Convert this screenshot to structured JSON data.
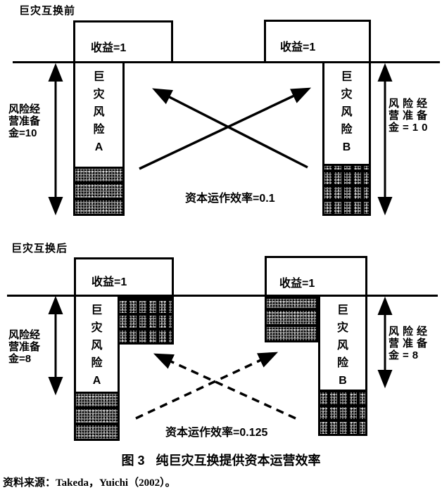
{
  "colors": {
    "ink": "#000000",
    "paper": "#ffffff"
  },
  "before": {
    "section_label": "巨灾互换前",
    "revenue_left": "收益=1",
    "revenue_right": "收益=1",
    "risk_left": "巨灾风险A",
    "risk_right": "巨灾风险B",
    "reserve_left": "风险经营准备金=10",
    "reserve_right": "风险经营准备金=10",
    "efficiency": "资本运作效率=0.1"
  },
  "after": {
    "section_label": "巨灾互换后",
    "revenue_left": "收益=1",
    "revenue_right": "收益=1",
    "risk_left": "巨灾风险A",
    "risk_right": "巨灾风险B",
    "reserve_left": "风险经营准备金=8",
    "reserve_right": "风险经营准备金=8",
    "efficiency": "资本运作效率=0.125"
  },
  "caption": {
    "prefix": "图 3",
    "text": "纯巨灾互换提供资本运营效率"
  },
  "source": "资料来源：Takeda，Yuichi（2002）。"
}
